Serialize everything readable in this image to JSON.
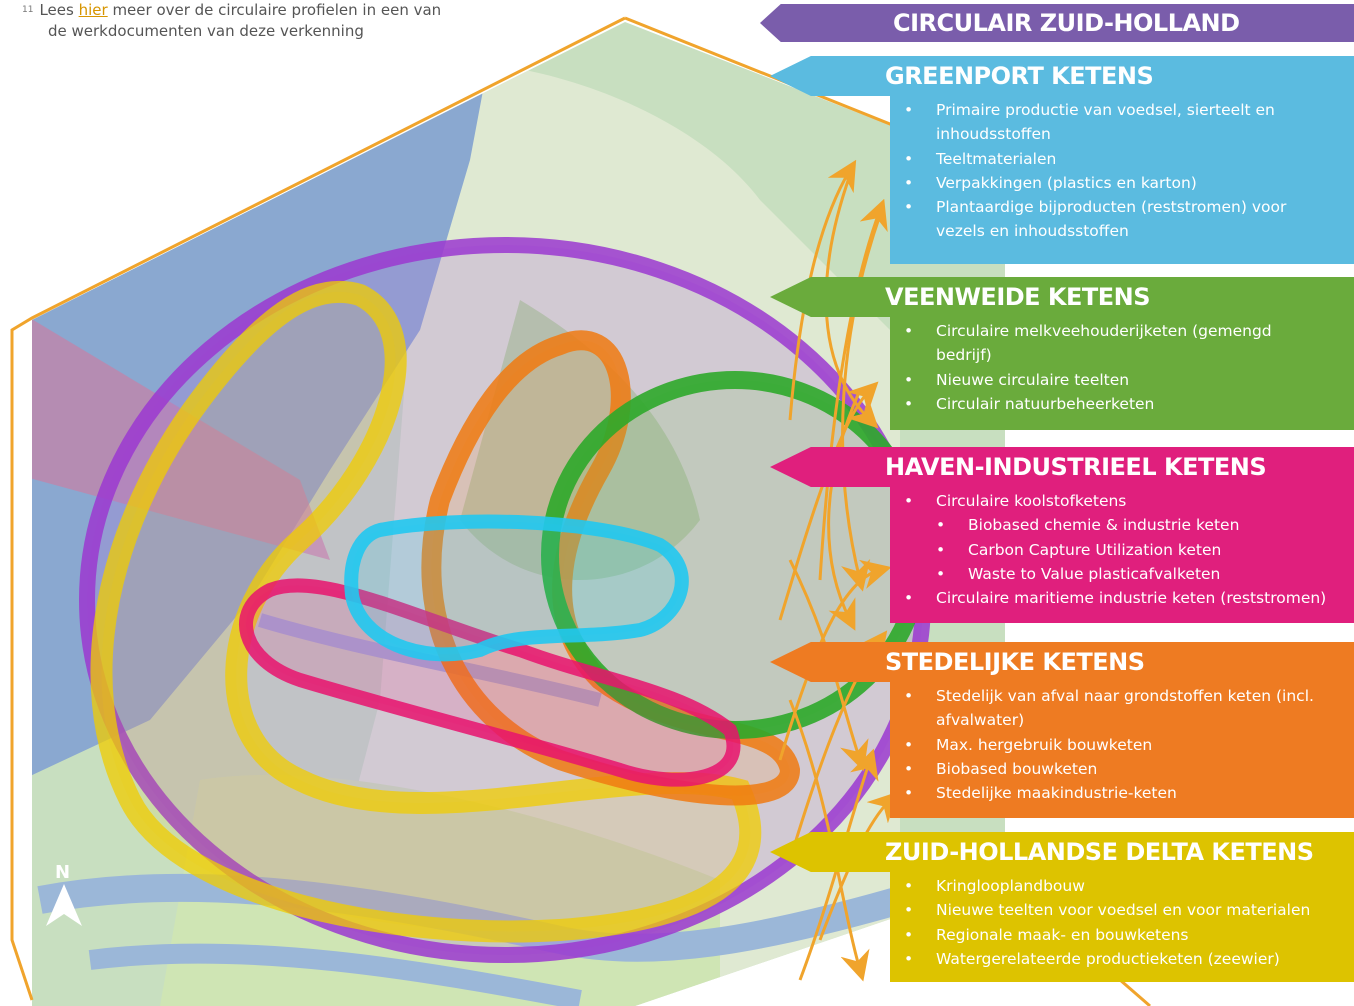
{
  "footnote": {
    "number": "11",
    "text_before": "Lees ",
    "link_text": "hier",
    "text_after": " meer over de circulaire profielen in een van",
    "line2": "de werkdocumenten van deze verkenning"
  },
  "title": "CIRCULAIR ZUID-HOLLAND",
  "north_label": "N",
  "colors": {
    "banner": "#7a5dab",
    "greenport": "#5bbbe0",
    "veenweide": "#6aab3c",
    "haven": "#e01f7d",
    "stedelijk": "#ee7b22",
    "delta": "#ddc300",
    "frame": "#f0a42c"
  },
  "panels": [
    {
      "id": "greenport",
      "title": "GREENPORT KETENS",
      "items": [
        {
          "text": "Primaire productie van voedsel, sierteelt en",
          "cont": "inhoudsstoffen"
        },
        {
          "text": "Teeltmaterialen"
        },
        {
          "text": "Verpakkingen (plastics en karton)"
        },
        {
          "text": "Plantaardige bijproducten (reststromen) voor",
          "cont": "vezels en inhoudsstoffen"
        }
      ]
    },
    {
      "id": "veenweide",
      "title": "VEENWEIDE KETENS",
      "items": [
        {
          "text": "Circulaire melkveehouderijketen (gemengd",
          "cont": "bedrijf)"
        },
        {
          "text": "Nieuwe circulaire teelten"
        },
        {
          "text": "Circulair natuurbeheerketen"
        }
      ]
    },
    {
      "id": "haven",
      "title": "HAVEN-INDUSTRIEEL KETENS",
      "items": [
        {
          "text": "Circulaire koolstofketens"
        },
        {
          "text": "Biobased chemie & industrie keten",
          "sub": true
        },
        {
          "text": "Carbon Capture Utilization keten",
          "sub": true
        },
        {
          "text": "Waste to Value plasticafvalketen",
          "sub": true
        },
        {
          "text": "Circulaire maritieme industrie keten (reststromen)"
        }
      ]
    },
    {
      "id": "stedelijk",
      "title": "STEDELIJKE KETENS",
      "items": [
        {
          "text": "Stedelijk van afval naar grondstoffen keten (incl.",
          "cont": "afvalwater)"
        },
        {
          "text": "Max. hergebruik bouwketen"
        },
        {
          "text": "Biobased bouwketen"
        },
        {
          "text": "Stedelijke maakindustrie-keten"
        }
      ]
    },
    {
      "id": "delta",
      "title": "ZUID-HOLLANDSE DELTA KETENS",
      "items": [
        {
          "text": "Kringlooplandbouw"
        },
        {
          "text": "Nieuwe teelten voor voedsel en voor materialen"
        },
        {
          "text": "Regionale maak- en bouwketens"
        },
        {
          "text": "Watergerelateerde productieketen (zeewier)"
        }
      ]
    }
  ]
}
